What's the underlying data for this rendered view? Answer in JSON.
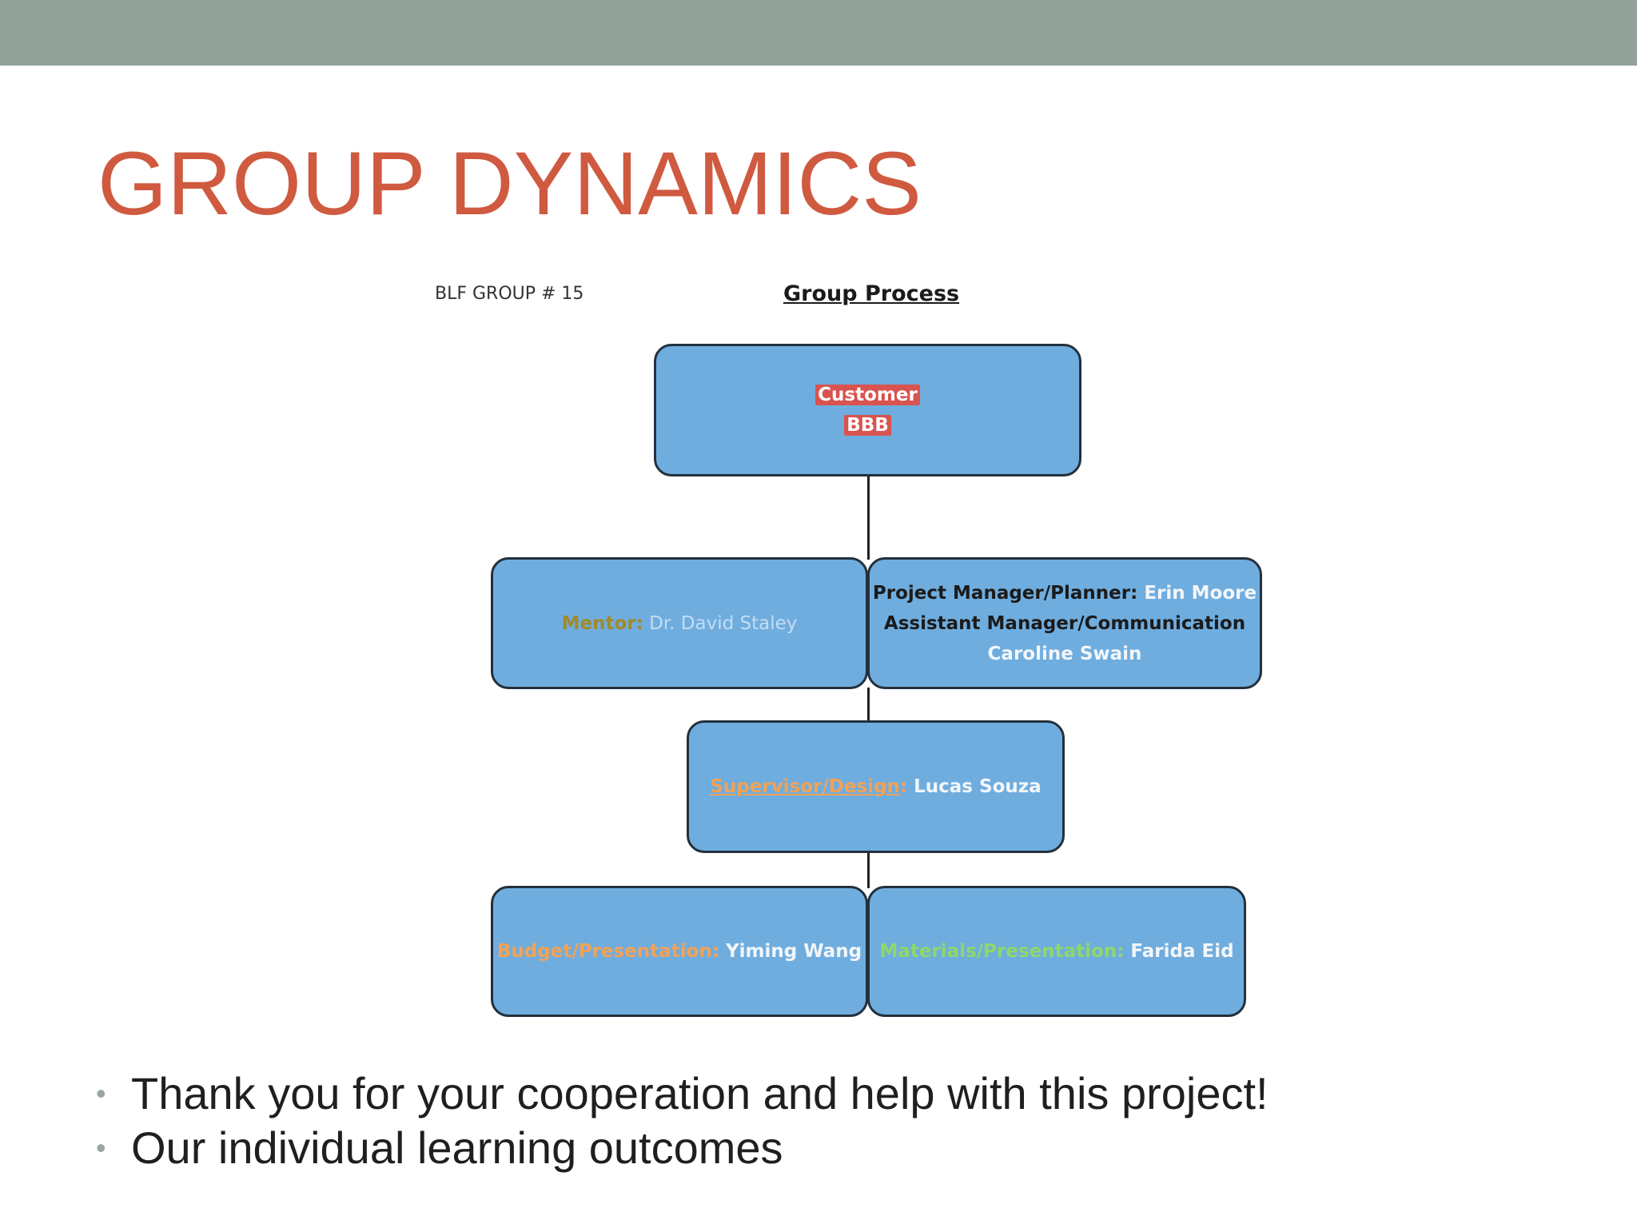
{
  "slide": {
    "title": "GROUP DYNAMICS"
  },
  "diagram": {
    "group_label": "BLF GROUP # 15",
    "heading": "Group Process",
    "customer": {
      "role": "Customer",
      "name": "BBB"
    },
    "mentor": {
      "role": "Mentor",
      "separator": ":",
      "name": " Dr. David Staley"
    },
    "project_manager": {
      "role1": "Project Manager/Planner:",
      "name1": " Erin Moore",
      "role2": "Assistant Manager/Communication",
      "name2": "Caroline Swain"
    },
    "supervisor": {
      "role": "Supervisor/Design",
      "separator": ":",
      "name": " Lucas Souza"
    },
    "budget": {
      "role": "Budget/Presentation:",
      "name": " Yiming Wang"
    },
    "materials": {
      "role": "Materials/Presentation:",
      "name": " Farida Eid"
    }
  },
  "bullets": [
    "Thank you for your cooperation and help with this project!",
    "Our individual learning outcomes"
  ],
  "colors": {
    "title": "#cf5a40",
    "top_bar": "#93a39a",
    "box_fill": "#6faddf",
    "box_border": "#24303c"
  }
}
